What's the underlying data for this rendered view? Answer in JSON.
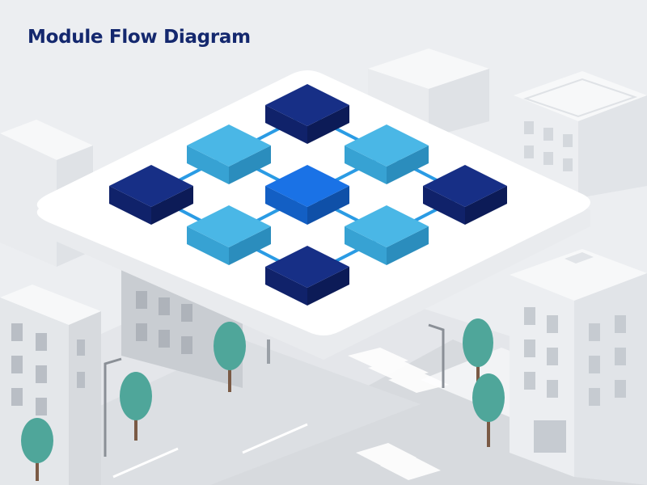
{
  "title": "Module Flow Diagram",
  "colors": {
    "title": "#14286e",
    "dark_module": "#172f86",
    "light_module": "#4ab7e6",
    "center_module": "#1a72e6",
    "connector": "#2a9be4",
    "platform": "#ffffff",
    "tree_canopy": "#4fa69a",
    "background": "#eceef1"
  },
  "diagram": {
    "nodes": [
      {
        "id": "top",
        "tone": "dark"
      },
      {
        "id": "upper-left",
        "tone": "light"
      },
      {
        "id": "upper-right",
        "tone": "light"
      },
      {
        "id": "left",
        "tone": "dark"
      },
      {
        "id": "center",
        "tone": "center"
      },
      {
        "id": "right",
        "tone": "dark"
      },
      {
        "id": "lower-left",
        "tone": "light"
      },
      {
        "id": "lower-right",
        "tone": "light"
      },
      {
        "id": "bottom",
        "tone": "dark"
      }
    ],
    "edges": [
      [
        "top",
        "upper-left"
      ],
      [
        "top",
        "upper-right"
      ],
      [
        "upper-left",
        "left"
      ],
      [
        "upper-left",
        "center"
      ],
      [
        "upper-right",
        "center"
      ],
      [
        "upper-right",
        "right"
      ],
      [
        "left",
        "lower-left"
      ],
      [
        "center",
        "lower-left"
      ],
      [
        "center",
        "lower-right"
      ],
      [
        "right",
        "lower-right"
      ],
      [
        "lower-left",
        "bottom"
      ],
      [
        "lower-right",
        "bottom"
      ]
    ]
  }
}
